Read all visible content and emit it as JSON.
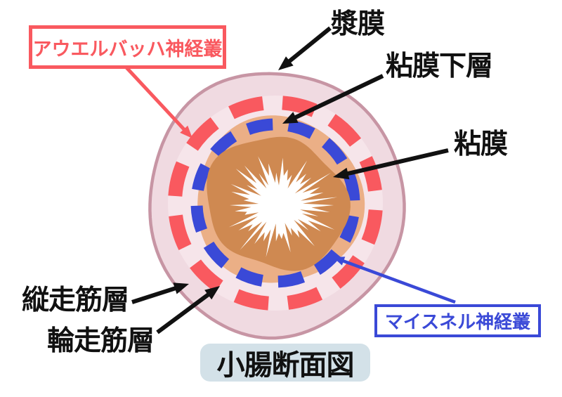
{
  "figure": {
    "title": "小腸断面図",
    "labels": {
      "auerbach": "アウエルバッハ神経叢",
      "serosa": "漿膜",
      "submucosa": "粘膜下層",
      "mucosa": "粘膜",
      "longitudinal_muscle": "縦走筋層",
      "circular_muscle": "輪走筋層",
      "meissner": "マイスネル神経叢"
    },
    "layers": [
      {
        "label_key": "serosa",
        "style": "outer pink ring with mauve outline"
      },
      {
        "label_key": "longitudinal_muscle",
        "style": "outer pink band"
      },
      {
        "label_key": "auerbach",
        "style": "red dashed ring"
      },
      {
        "label_key": "circular_muscle",
        "style": "inner pink band"
      },
      {
        "label_key": "meissner",
        "style": "blue dashed ring"
      },
      {
        "label_key": "submucosa",
        "style": "tan ring"
      },
      {
        "label_key": "mucosa",
        "style": "orange ring with villi around white lumen"
      }
    ],
    "colors": {
      "red_accent": "#F9595F",
      "blue_accent": "#3A49D7",
      "serosa_border": "#C795A4",
      "outer_pink": "#F0DAE1",
      "inner_pink": "#F6E5EA",
      "submucosa_tan": "#EBAF86",
      "mucosa_orange": "#CF8951",
      "lumen_white": "#FFFFFF",
      "title_bg": "#D3E1E8",
      "label_black": "#111111"
    }
  }
}
